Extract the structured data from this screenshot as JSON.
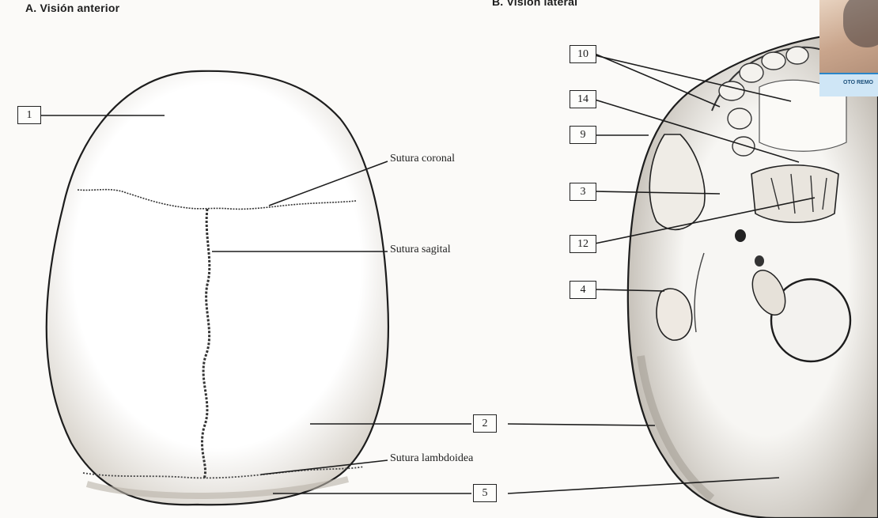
{
  "panels": {
    "left_title": "A. Visión anterior",
    "right_title": "B. Visión lateral"
  },
  "number_labels": {
    "n1": "1",
    "n2": "2",
    "n5": "5",
    "n10": "10",
    "n14": "14",
    "n9": "9",
    "n3": "3",
    "n12": "12",
    "n4": "4"
  },
  "suture_labels": {
    "coronal": "Sutura coronal",
    "sagital": "Sutura sagital",
    "lambdoidea": "Sutura lambdoidea"
  },
  "thumbnail": {
    "badge_text": "OTO REMO"
  },
  "colors": {
    "line": "#1d1d1d",
    "bone_shade": "#d9d4cc",
    "background": "#fbfaf8"
  }
}
